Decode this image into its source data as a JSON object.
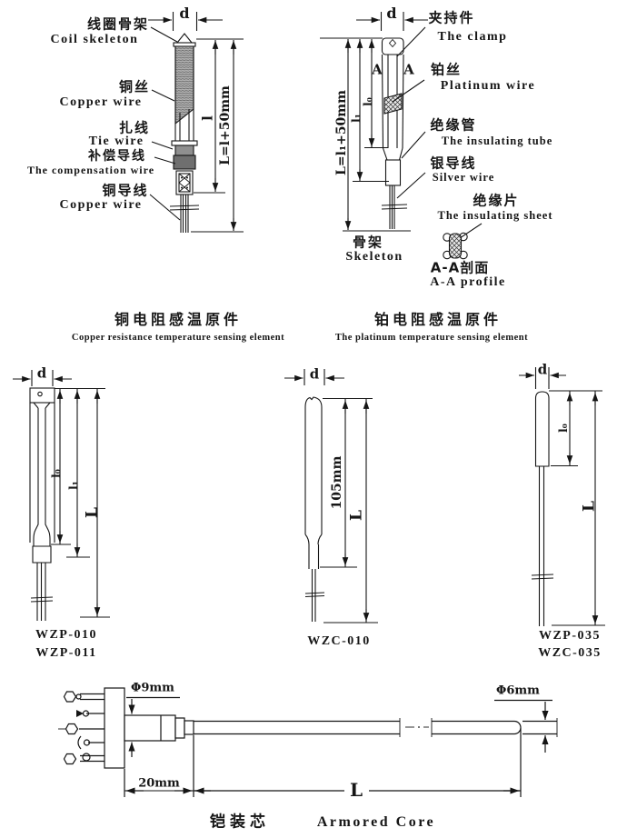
{
  "copper": {
    "coil_zh": "线圈骨架",
    "coil_en": "Coil skeleton",
    "wire_zh": "铜丝",
    "wire_en": "Copper wire",
    "tie_zh": "扎线",
    "tie_en": "Tie wire",
    "comp_zh": "补偿导线",
    "comp_en": "The compensation wire",
    "lead_zh": "铜导线",
    "lead_en": "Copper wire",
    "dim_d": "d",
    "dim_l": "l",
    "dim_L": "L=l+50mm",
    "caption_zh": "铜电阻感温原件",
    "caption_en": "Copper resistance temperature sensing element"
  },
  "platinum": {
    "clamp_zh": "夹持件",
    "clamp_en": "The clamp",
    "pt_zh": "铂丝",
    "pt_en": "Platinum wire",
    "tube_zh": "绝缘管",
    "tube_en": "The insulating tube",
    "silver_zh": "银导线",
    "silver_en": "Silver wire",
    "sheet_zh": "绝缘片",
    "sheet_en": "The insulating sheet",
    "skeleton_zh": "骨架",
    "skeleton_en": "Skeleton",
    "profile_zh": "A-A剖面",
    "profile_en": "A-A profile",
    "a_left": "A",
    "a_right": "A",
    "dim_d": "d",
    "dim_l0": "l₀",
    "dim_l1": "l₁",
    "dim_L": "L=l₁+50mm",
    "caption_zh": "铂电阻感温原件",
    "caption_en": "The platinum temperature sensing element"
  },
  "models": {
    "wzp010": {
      "dim_d": "d",
      "dim_l0": "l₀",
      "dim_l1": "l₁",
      "dim_L": "L",
      "name1": "WZP-010",
      "name2": "WZP-011"
    },
    "wzc010": {
      "dim_d": "d",
      "dim_len": "105mm",
      "dim_L": "L",
      "name1": "WZC-010"
    },
    "wzp035": {
      "dim_d": "d",
      "dim_l0": "l₀",
      "dim_L": "L",
      "name1": "WZP-035",
      "name2": "WZC-035"
    }
  },
  "armored": {
    "dim_d9": "Φ9mm",
    "dim_d6": "Φ6mm",
    "dim_20": "20mm",
    "dim_L": "L",
    "caption_zh": "铠装芯",
    "caption_en": "Armored Core"
  }
}
